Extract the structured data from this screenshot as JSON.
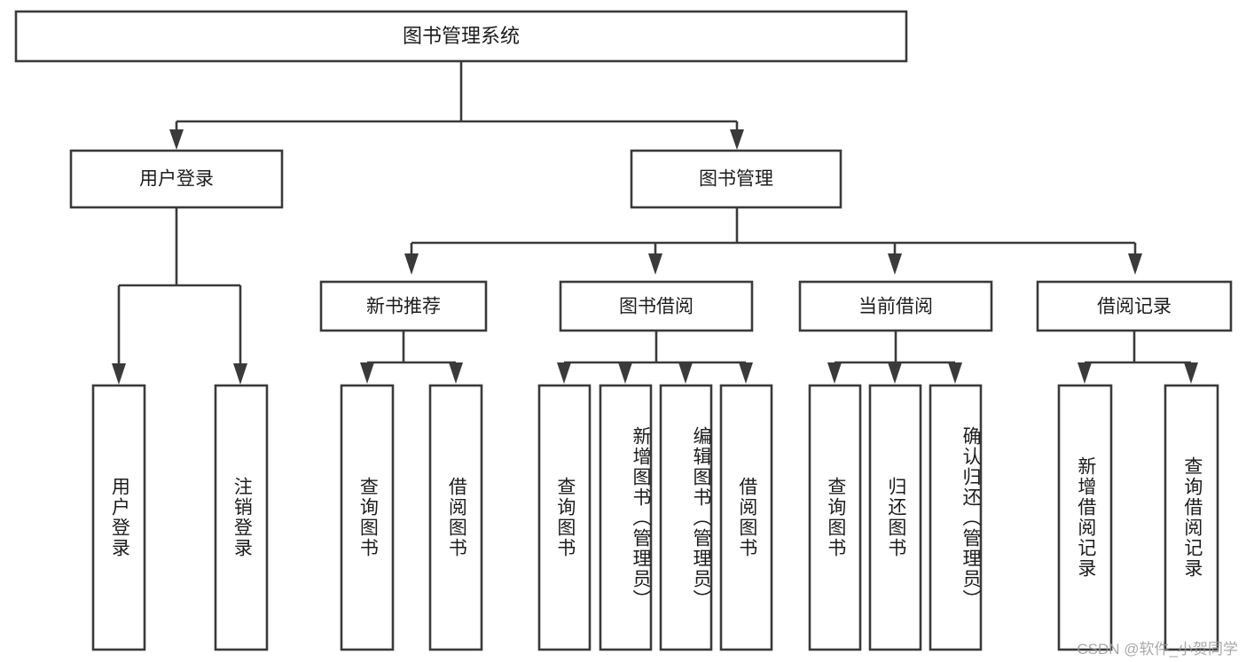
{
  "diagram": {
    "type": "tree-hierarchy-flowchart",
    "title": "图书管理系统",
    "root": {
      "id": "root",
      "label": "图书管理系统",
      "orientation": "horizontal"
    },
    "level2": [
      {
        "id": "user-login",
        "label": "用户登录",
        "orientation": "horizontal"
      },
      {
        "id": "book-management",
        "label": "图书管理",
        "orientation": "horizontal"
      }
    ],
    "level3": [
      {
        "id": "new-book-recommend",
        "label": "新书推荐",
        "orientation": "horizontal",
        "parent": "book-management"
      },
      {
        "id": "book-borrow",
        "label": "图书借阅",
        "orientation": "horizontal",
        "parent": "book-management"
      },
      {
        "id": "current-borrow",
        "label": "当前借阅",
        "orientation": "horizontal",
        "parent": "book-management"
      },
      {
        "id": "borrow-record",
        "label": "借阅记录",
        "orientation": "horizontal",
        "parent": "book-management"
      }
    ],
    "leaves": [
      {
        "id": "leaf-user-login",
        "label": "用户登录",
        "orientation": "vertical",
        "parent": "user-login"
      },
      {
        "id": "leaf-logout-login",
        "label": "注销登录",
        "orientation": "vertical",
        "parent": "user-login"
      },
      {
        "id": "leaf-query-book-1",
        "label": "查询图书",
        "orientation": "vertical",
        "parent": "new-book-recommend"
      },
      {
        "id": "leaf-borrow-book-1",
        "label": "借阅图书",
        "orientation": "vertical",
        "parent": "new-book-recommend"
      },
      {
        "id": "leaf-query-book-2",
        "label": "查询图书",
        "orientation": "vertical",
        "parent": "book-borrow"
      },
      {
        "id": "leaf-add-book",
        "label": "新增图书（管理员）",
        "orientation": "vertical",
        "parent": "book-borrow"
      },
      {
        "id": "leaf-edit-book",
        "label": "编辑图书（管理员）",
        "orientation": "vertical",
        "parent": "book-borrow"
      },
      {
        "id": "leaf-borrow-book-2",
        "label": "借阅图书",
        "orientation": "vertical",
        "parent": "book-borrow"
      },
      {
        "id": "leaf-query-book-3",
        "label": "查询图书",
        "orientation": "vertical",
        "parent": "current-borrow"
      },
      {
        "id": "leaf-return-book",
        "label": "归还图书",
        "orientation": "vertical",
        "parent": "current-borrow"
      },
      {
        "id": "leaf-confirm-return",
        "label": "确认归还（管理员）",
        "orientation": "vertical",
        "parent": "current-borrow"
      },
      {
        "id": "leaf-add-record",
        "label": "新增借阅记录",
        "orientation": "vertical",
        "parent": "borrow-record"
      },
      {
        "id": "leaf-query-record",
        "label": "查询借阅记录",
        "orientation": "vertical",
        "parent": "borrow-record"
      }
    ],
    "colors": {
      "box_fill": "#ffffff",
      "box_stroke": "#3a3a3a",
      "connector": "#3a3a3a",
      "text": "#1c1c1c",
      "background": "#ffffff",
      "watermark": "#9a9a9a"
    }
  },
  "watermark": {
    "text": "CSDN @软件_小贺同学"
  }
}
